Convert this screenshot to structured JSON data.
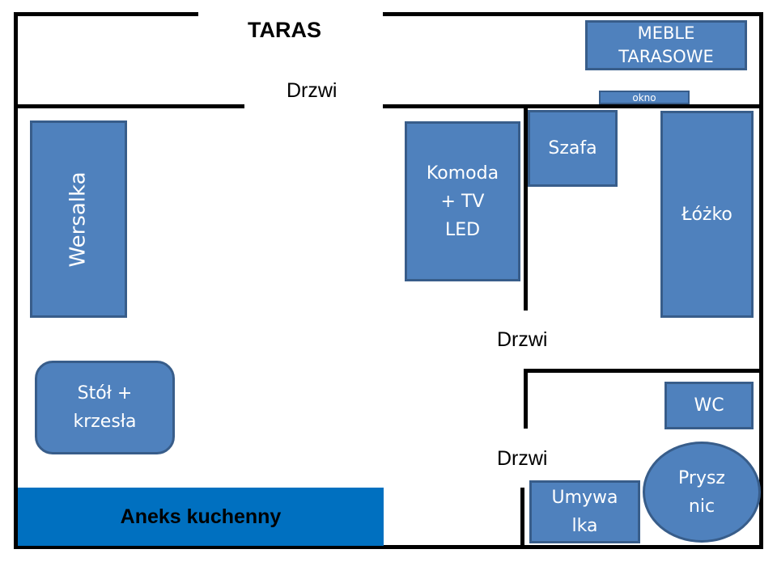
{
  "plan": {
    "terrace_label": "TARAS",
    "doors": [
      "Drzwi",
      "Drzwi",
      "Drzwi"
    ],
    "window_label": "okno",
    "furniture": {
      "patio_furniture": "MEBLE\nTARASOWE",
      "sofa_bed": "Wersalka",
      "dresser_tv": "Komoda\n+ TV\nLED",
      "wardrobe": "Szafa",
      "bed": "Łóżko",
      "table_chairs": "Stół +\nkrzesła",
      "wc": "WC",
      "shower": "Prysz\nnic",
      "sink": "Umywa\nlka"
    },
    "kitchenette": "Aneks kuchenny",
    "colors": {
      "furniture_fill": "#4f81bd",
      "furniture_border": "#385d8a",
      "kitchenette_fill": "#0070c0",
      "walls": "#000000"
    }
  }
}
